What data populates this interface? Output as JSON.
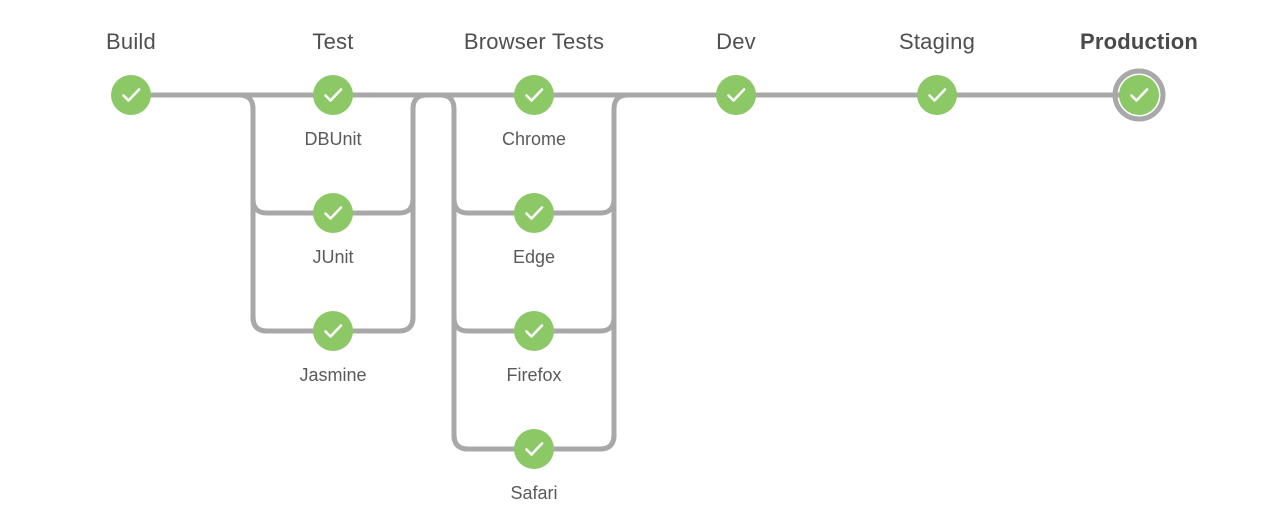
{
  "pipeline": {
    "colors": {
      "success": "#8cc866",
      "connector": "#a8a8a8",
      "check": "#ffffff",
      "text": "#4f4f4f"
    },
    "selected_stage": "production",
    "stages": [
      {
        "id": "build",
        "title": "Build",
        "status": "success",
        "branches": []
      },
      {
        "id": "test",
        "title": "Test",
        "status": "success",
        "branches": [
          {
            "id": "dbunit",
            "label": "DBUnit",
            "status": "success"
          },
          {
            "id": "junit",
            "label": "JUnit",
            "status": "success"
          },
          {
            "id": "jasmine",
            "label": "Jasmine",
            "status": "success"
          }
        ]
      },
      {
        "id": "browser-tests",
        "title": "Browser Tests",
        "status": "success",
        "branches": [
          {
            "id": "chrome",
            "label": "Chrome",
            "status": "success"
          },
          {
            "id": "edge",
            "label": "Edge",
            "status": "success"
          },
          {
            "id": "firefox",
            "label": "Firefox",
            "status": "success"
          },
          {
            "id": "safari",
            "label": "Safari",
            "status": "success"
          }
        ]
      },
      {
        "id": "dev",
        "title": "Dev",
        "status": "success",
        "branches": []
      },
      {
        "id": "staging",
        "title": "Staging",
        "status": "success",
        "branches": []
      },
      {
        "id": "production",
        "title": "Production",
        "status": "success",
        "branches": []
      }
    ],
    "status_icon": "check-icon"
  }
}
